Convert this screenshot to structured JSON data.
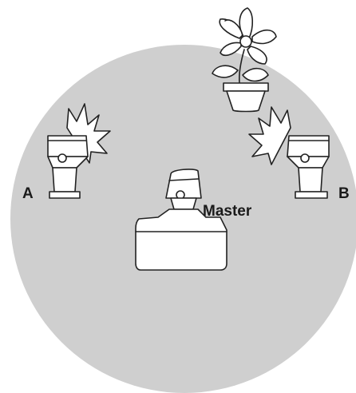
{
  "labels": {
    "flash_a": "A",
    "flash_b": "B",
    "master": "Master"
  },
  "colors": {
    "circle_fill": "#cfcfcf",
    "line": "#222222",
    "label": "#1a1a1a"
  },
  "icons": {
    "subject": "potted-flower-icon",
    "flash_a": "speedlight-flash-icon",
    "flash_b": "speedlight-flash-icon",
    "master": "camera-with-master-flash-icon"
  }
}
